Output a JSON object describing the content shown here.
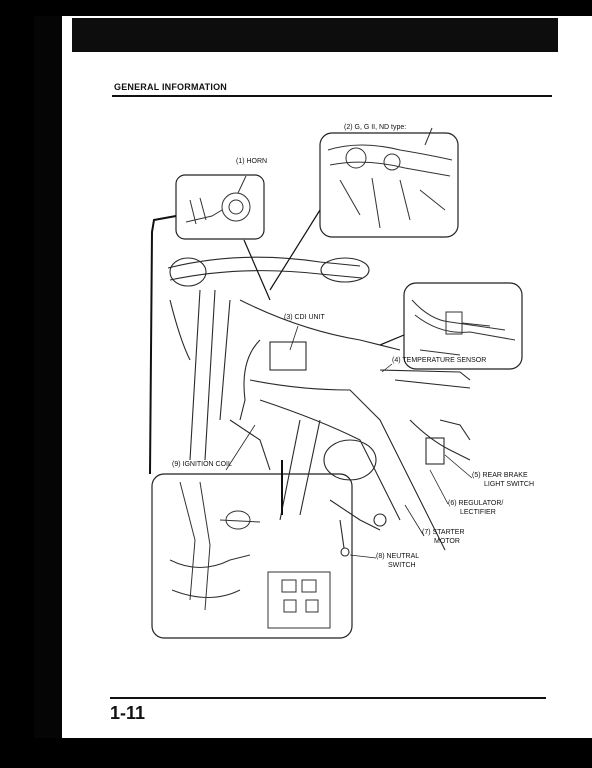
{
  "header": {
    "section_title": "GENERAL INFORMATION"
  },
  "labels": {
    "horn": "(1) HORN",
    "variant": "(2) G, G II, ND type:",
    "cdi_unit": "(3) CDI UNIT",
    "temperature_sensor": "(4) TEMPERATURE SENSOR",
    "rear_brake_1": "(5) REAR BRAKE",
    "rear_brake_2": "LIGHT SWITCH",
    "regulator_1": "(6) REGULATOR/",
    "regulator_2": "LECTIFIER",
    "starter_1": "(7) STARTER",
    "starter_2": "MOTOR",
    "neutral_1": "(8) NEUTRAL",
    "neutral_2": "SWITCH",
    "ignition_coil": "(9) IGNITION COIL"
  },
  "footer": {
    "page_number": "1-11"
  }
}
